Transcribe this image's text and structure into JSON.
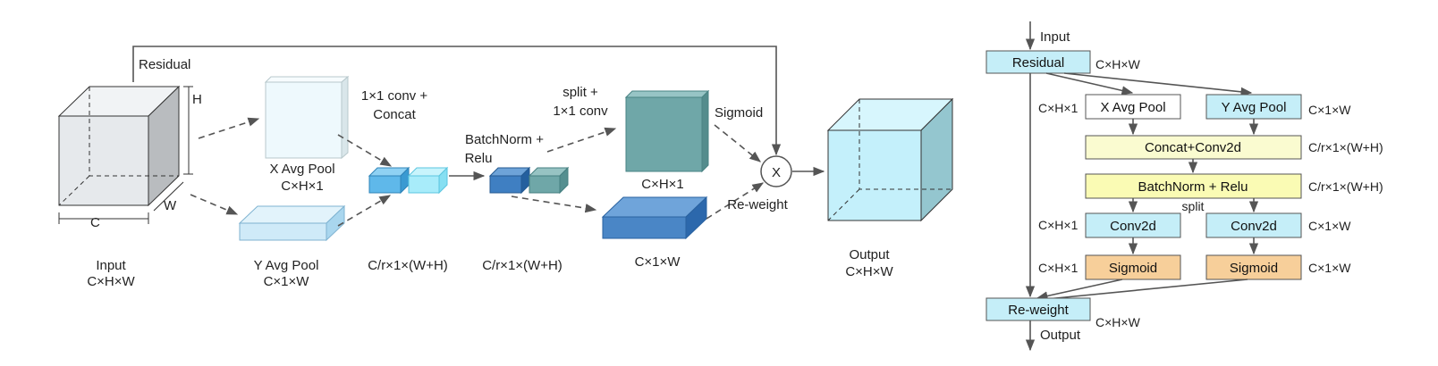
{
  "left": {
    "input": {
      "label": "Input",
      "shape": "C×H×W",
      "dim_c": "C",
      "dim_h": "H",
      "dim_w": "W"
    },
    "residual_label": "Residual",
    "x_pool": {
      "label": "X Avg Pool",
      "shape": "C×H×1"
    },
    "y_pool": {
      "label": "Y Avg Pool",
      "shape": "C×1×W"
    },
    "conv_concat": {
      "line1": "1×1 conv +",
      "line2": "Concat"
    },
    "concat_shape": "C/r×1×(W+H)",
    "bn_relu": {
      "line1": "BatchNorm +",
      "line2": "Relu"
    },
    "bn_shape": "C/r×1×(W+H)",
    "split_conv": {
      "line1": "split +",
      "line2": "1×1 conv"
    },
    "h_branch_shape": "C×H×1",
    "w_branch_shape": "C×1×W",
    "sigmoid": "Sigmoid",
    "multiply_symbol": "X",
    "reweight": "Re-weight",
    "output": {
      "label": "Output",
      "shape": "C×H×W"
    }
  },
  "right": {
    "input": "Input",
    "residual": "Residual",
    "residual_shape": "C×H×W",
    "x_pool": "X Avg Pool",
    "x_pool_shape": "C×H×1",
    "y_pool": "Y Avg Pool",
    "y_pool_shape": "C×1×W",
    "concat": "Concat+Conv2d",
    "concat_shape": "C/r×1×(W+H)",
    "bn": "BatchNorm + Relu",
    "bn_shape": "C/r×1×(W+H)",
    "split": "split",
    "conv_left": "Conv2d",
    "conv_left_shape": "C×H×1",
    "conv_right": "Conv2d",
    "conv_right_shape": "C×1×W",
    "sig_left": "Sigmoid",
    "sig_left_shape": "C×H×1",
    "sig_right": "Sigmoid",
    "sig_right_shape": "C×1×W",
    "reweight": "Re-weight",
    "reweight_shape": "C×H×W",
    "output": "Output"
  },
  "colors": {
    "input_cube": "#e6e9ec",
    "x_pool": "#eef9fd",
    "y_pool": "#cfeaf8",
    "concat_block": "#5fb8ea",
    "bn_block": "#3f7fc2",
    "h_branch": "#6fa7a8",
    "w_branch": "#4a86c6",
    "output_cube": "#c4f0fb",
    "box_cyan": "#c5eef8",
    "box_yellow": "#fafbd0",
    "box_orange": "#f7cf9a"
  }
}
